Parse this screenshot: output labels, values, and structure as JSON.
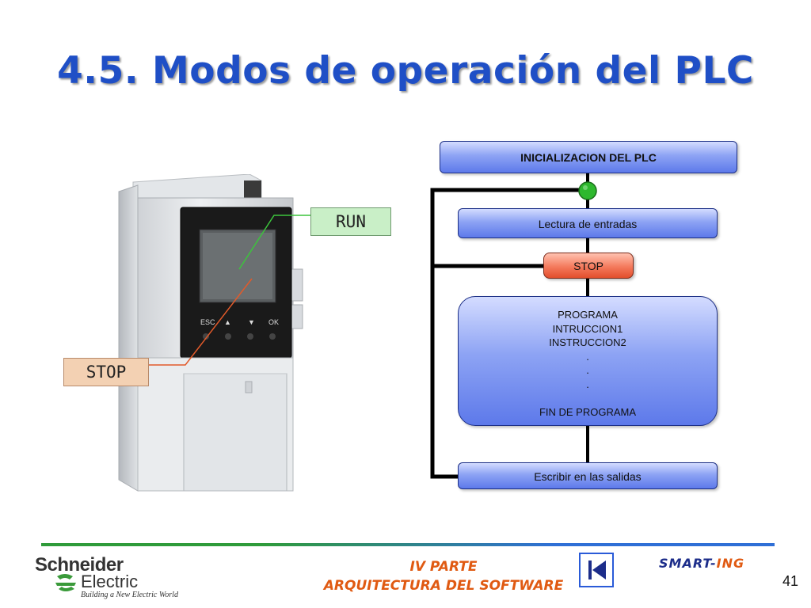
{
  "title": "4.5. Modos de operación del PLC",
  "callouts": {
    "run": "RUN",
    "stop": "STOP"
  },
  "flowchart": {
    "init": "INICIALIZACION DEL PLC",
    "read_inputs": "Lectura de entradas",
    "stop": "STOP",
    "program_lines": [
      "PROGRAMA",
      "INTRUCCION1",
      "INSTRUCCION2",
      ".",
      ".",
      ".",
      "",
      "FIN DE PROGRAMA"
    ],
    "write_outputs": "Escribir en las salidas"
  },
  "plc_keys": [
    "ESC",
    "▲",
    "▼",
    "OK"
  ],
  "footer": {
    "line1": "IV PARTE",
    "line2": "ARQUITECTURA DEL SOFTWARE",
    "page_number": "41"
  },
  "logos": {
    "schneider_name1": "Schneider",
    "schneider_name2": "Electric",
    "schneider_tagline": "Building a New Electric World",
    "smart_part1": "SMART-",
    "smart_part2": "ING"
  },
  "colors": {
    "title": "#1f4fc6",
    "flow_box": "#8da3f4",
    "stop_box": "#f47a5d",
    "node": "#2eb82e",
    "footer_text": "#e05a12"
  },
  "icons": {
    "nav_button": "first-slide-icon",
    "junction": "green-node-icon"
  }
}
